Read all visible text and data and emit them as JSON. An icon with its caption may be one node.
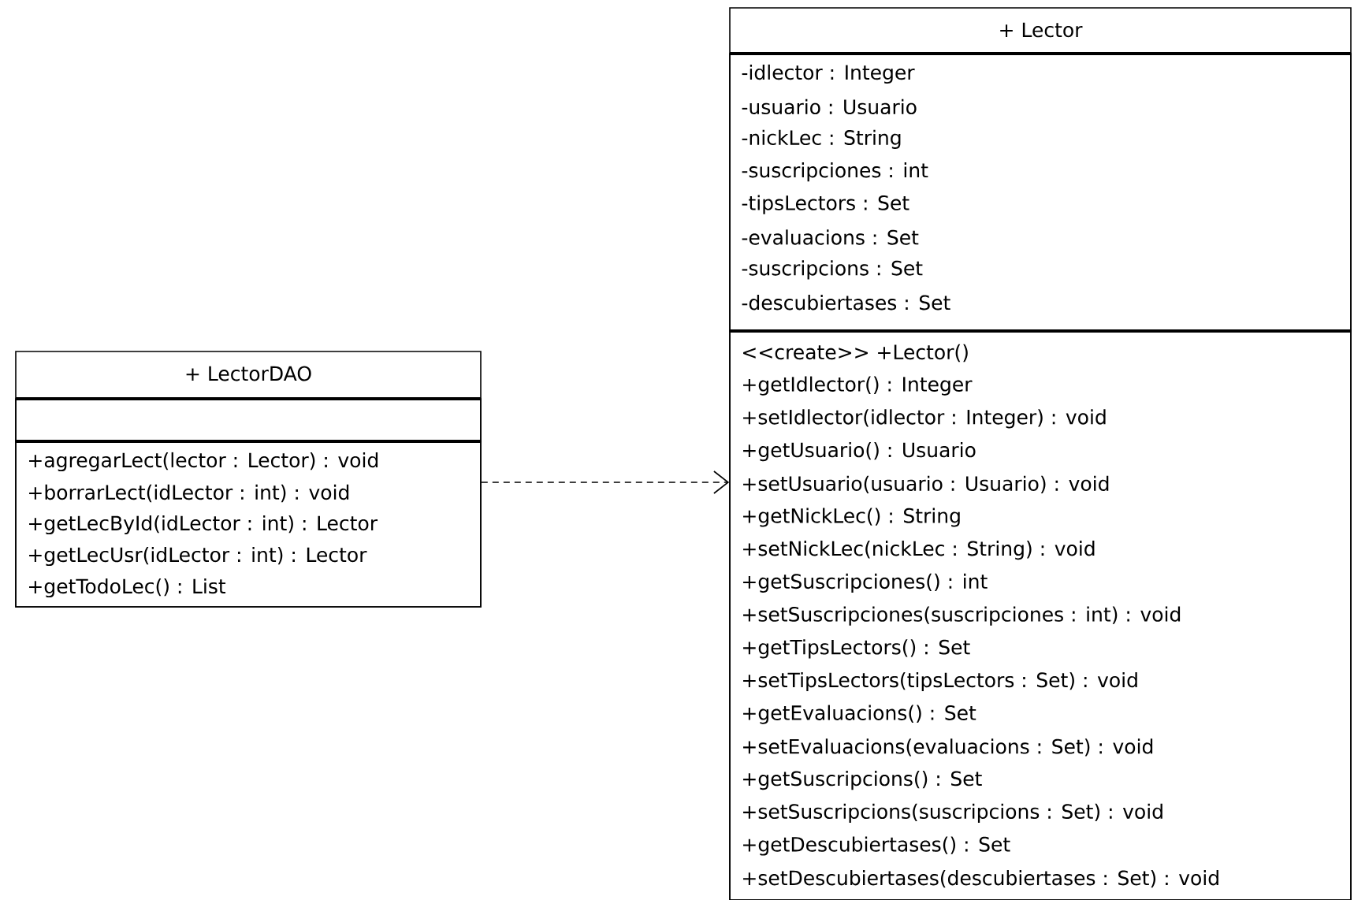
{
  "diagram": {
    "nodes": [
      {
        "text": [
          "+ LectorDAO"
        ]
      },
      {
        "text": [],
        "shape": "box",
        "in": 0
      },
      {
        "text": [
          "+agregarLect(lector : Lector) : void",
          "+borrarLect(idLector : int) : void",
          "+getLecById(idLector : int) : Lector",
          "+getLecUsr(idLector : int) : Lector",
          "+getTodoLec() : List"
        ],
        "in": 0
      },
      {
        "text": [
          "+ Lector"
        ]
      },
      {
        "text": [
          "-idlector : Integer",
          "-usuario : Usuario",
          "-nickLec : String",
          "-suscripciones : int",
          "-tipsLectors : Set",
          "-evaluacions : Set",
          "-suscripcions : Set",
          "-descubiertases : Set"
        ],
        "in": 3
      },
      {
        "text": [
          "<<create>> +Lector()",
          "+getIdlector() : Integer",
          "+setIdlector(idlector : Integer) : void",
          "+getUsuario() : Usuario",
          "+setUsuario(usuario : Usuario) : void",
          "+getNickLec() : String",
          "+setNickLec(nickLec : String) : void",
          "+getSuscripciones() : int",
          "+setSuscripciones(suscripciones : int) : void",
          "+getTipsLectors() : Set",
          "+setTipsLectors(tipsLectors : Set) : void",
          "+getEvaluacions() : Set",
          "+setEvaluacions(evaluacions : Set) : void",
          "+getSuscripcions() : Set",
          "+setSuscripcions(suscripcions : Set) : void",
          "+getDescubiertases() : Set",
          "+setDescubiertases(descubiertases : Set) : void"
        ],
        "in": 3
      }
    ],
    "edges": [
      {
        "from": 0,
        "to": 3,
        "arrow": "to",
        "style": "dashed"
      }
    ]
  }
}
